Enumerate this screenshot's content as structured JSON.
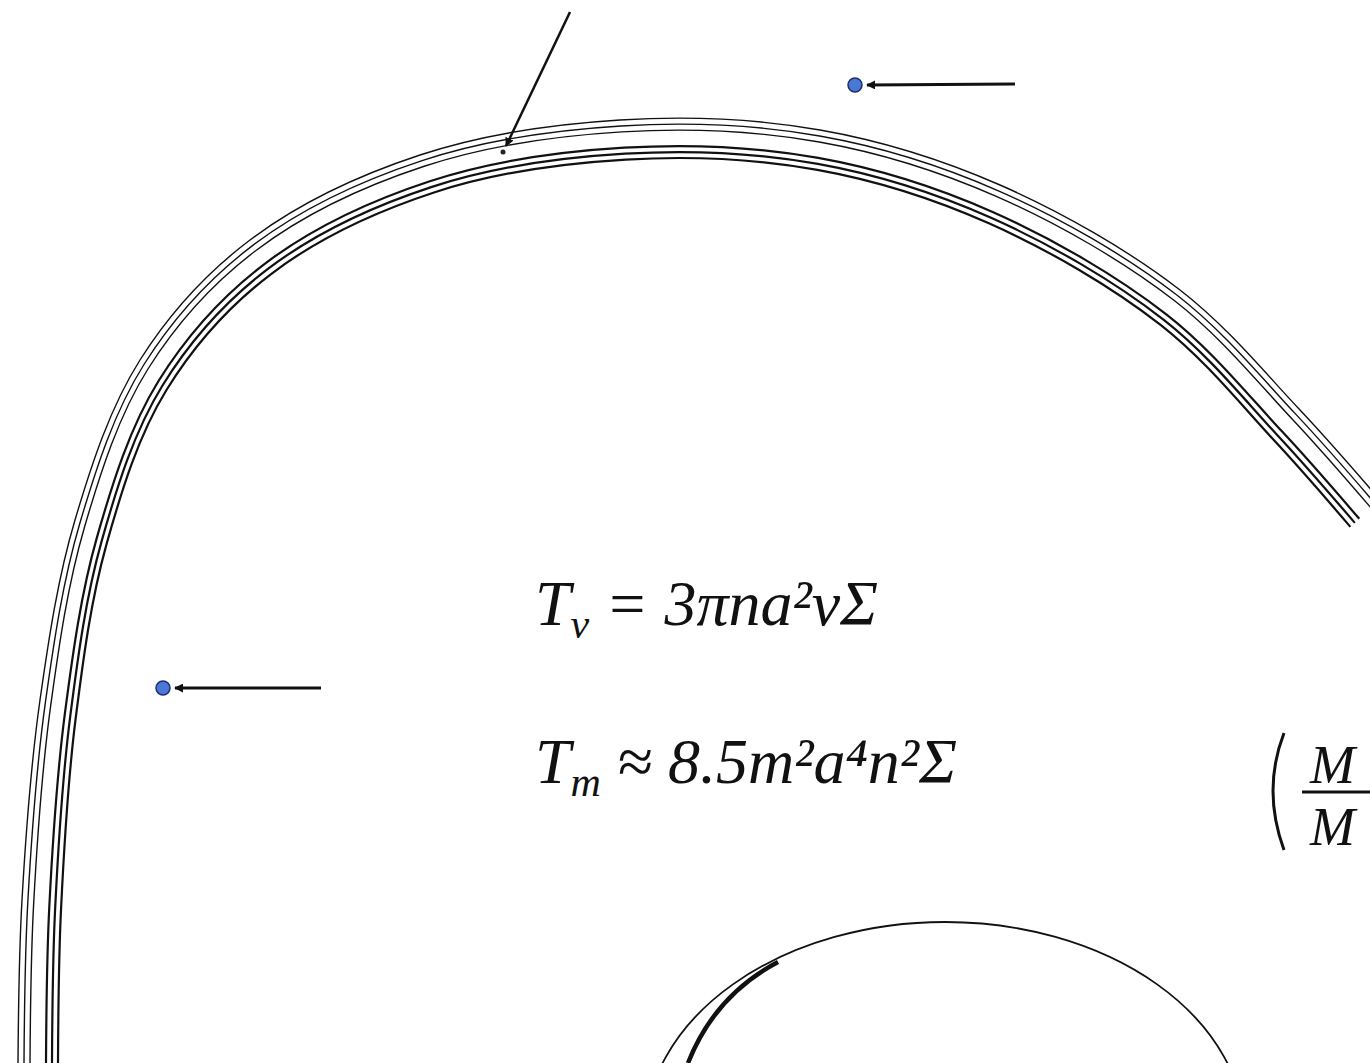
{
  "diagram": {
    "labels": [
      "T",
      "ν",
      " = 3πna²νΣ",
      "T",
      "m",
      " ≈ 8.5m²a⁴n²Σ",
      "M",
      "M"
    ]
  }
}
